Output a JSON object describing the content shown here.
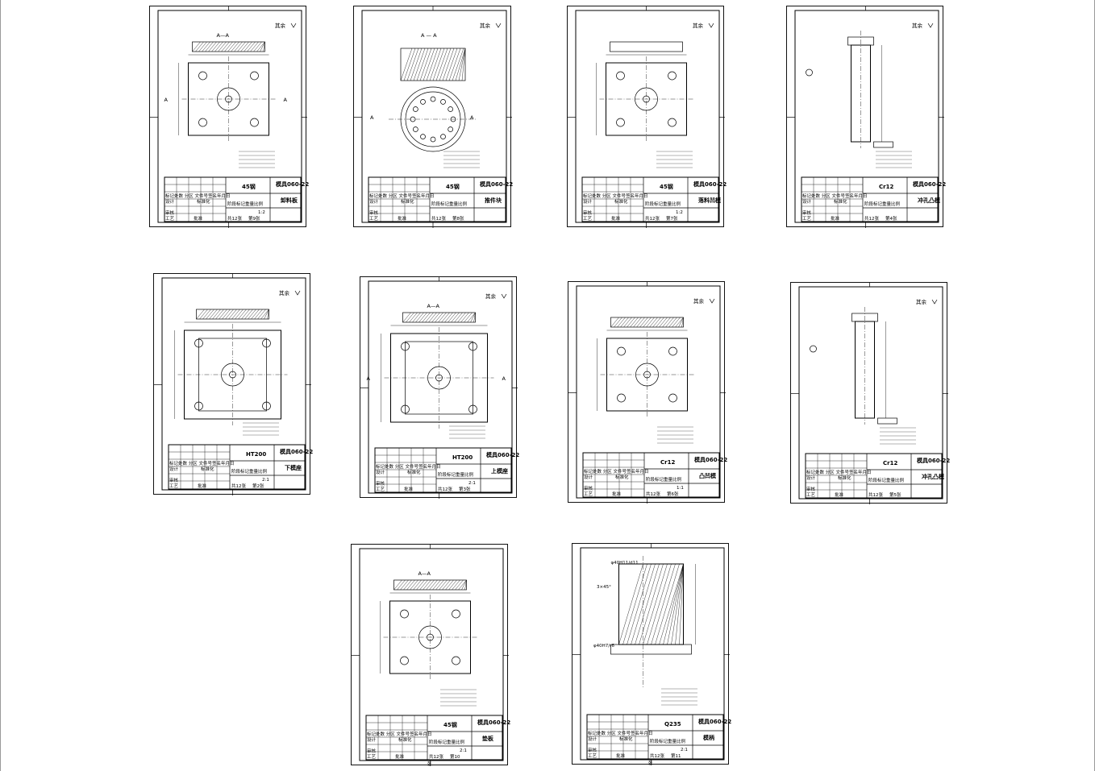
{
  "viewer": {
    "background": "#ffffff",
    "line_color": "#000000"
  },
  "sheets": [
    {
      "id": "s1",
      "surface": "其余",
      "section": "A—A",
      "view_label": "A",
      "material": "45钢",
      "drawing_no": "模具060-22",
      "part_name": "卸料板",
      "scale": "1:2",
      "total": "共12张",
      "sheet_no": "第9张",
      "hatch": true,
      "kind": "plate"
    },
    {
      "id": "s2",
      "surface": "其余",
      "section": "A — A",
      "view_label": "A",
      "material": "45钢",
      "drawing_no": "模具060-22",
      "part_name": "推件块",
      "scale": "",
      "total": "共12张",
      "sheet_no": "第8张",
      "hatch": true,
      "kind": "round"
    },
    {
      "id": "s3",
      "surface": "其余",
      "section": "",
      "view_label": "",
      "material": "45钢",
      "drawing_no": "模具060-22",
      "part_name": "落料凹模",
      "scale": "1:2",
      "total": "共12张",
      "sheet_no": "第7张",
      "hatch": false,
      "kind": "plate"
    },
    {
      "id": "s4",
      "surface": "其余",
      "section": "",
      "view_label": "",
      "material": "Cr12",
      "drawing_no": "模具060-22",
      "part_name": "冲孔凸模",
      "scale": "",
      "total": "共12张",
      "sheet_no": "第4张",
      "hatch": false,
      "kind": "punch"
    },
    {
      "id": "s5",
      "surface": "其余",
      "section": "",
      "view_label": "",
      "material": "HT200",
      "drawing_no": "模具060-22",
      "part_name": "下模座",
      "scale": "2:1",
      "total": "共12张",
      "sheet_no": "第2张",
      "hatch": true,
      "kind": "base"
    },
    {
      "id": "s6",
      "surface": "其余",
      "section": "A—A",
      "view_label": "A",
      "material": "HT200",
      "drawing_no": "模具060-22",
      "part_name": "上模座",
      "scale": "2:1",
      "total": "共12张",
      "sheet_no": "第3张",
      "hatch": true,
      "kind": "base"
    },
    {
      "id": "s7",
      "surface": "其余",
      "section": "",
      "view_label": "",
      "material": "Cr12",
      "drawing_no": "模具060-22",
      "part_name": "凸凹模",
      "scale": "1:1",
      "total": "共12张",
      "sheet_no": "第6张",
      "hatch": true,
      "kind": "plate"
    },
    {
      "id": "s8",
      "surface": "其余",
      "section": "",
      "view_label": "",
      "material": "Cr12",
      "drawing_no": "模具060-22",
      "part_name": "冲孔凸模",
      "scale": "",
      "total": "共12张",
      "sheet_no": "第5张",
      "hatch": false,
      "kind": "punch"
    },
    {
      "id": "s9",
      "surface": "",
      "section": "A—A",
      "view_label": "",
      "material": "45钢",
      "drawing_no": "模具060-22",
      "part_name": "垫板",
      "scale": "2:1",
      "total": "共12张",
      "sheet_no": "第10",
      "hatch": true,
      "kind": "plate",
      "footer": "张"
    },
    {
      "id": "s10",
      "surface": "",
      "section": "",
      "view_label": "",
      "material": "Q235",
      "drawing_no": "模具060-22",
      "part_name": "模柄",
      "scale": "2:1",
      "total": "共12张",
      "sheet_no": "第11",
      "hatch": true,
      "kind": "shank",
      "footer": "张",
      "dim_top": "φ40H11/d11",
      "dim_side": "φ40H7/r6",
      "chamfer": "3×45°"
    }
  ],
  "title_block_labels": {
    "row1": "标记处数 分区 文件号签名年月日",
    "row2": "设计",
    "row2b": "标准化",
    "row3": "阶段标记重量比例",
    "row4": "审核",
    "row5": "工艺",
    "row5b": "批准"
  }
}
